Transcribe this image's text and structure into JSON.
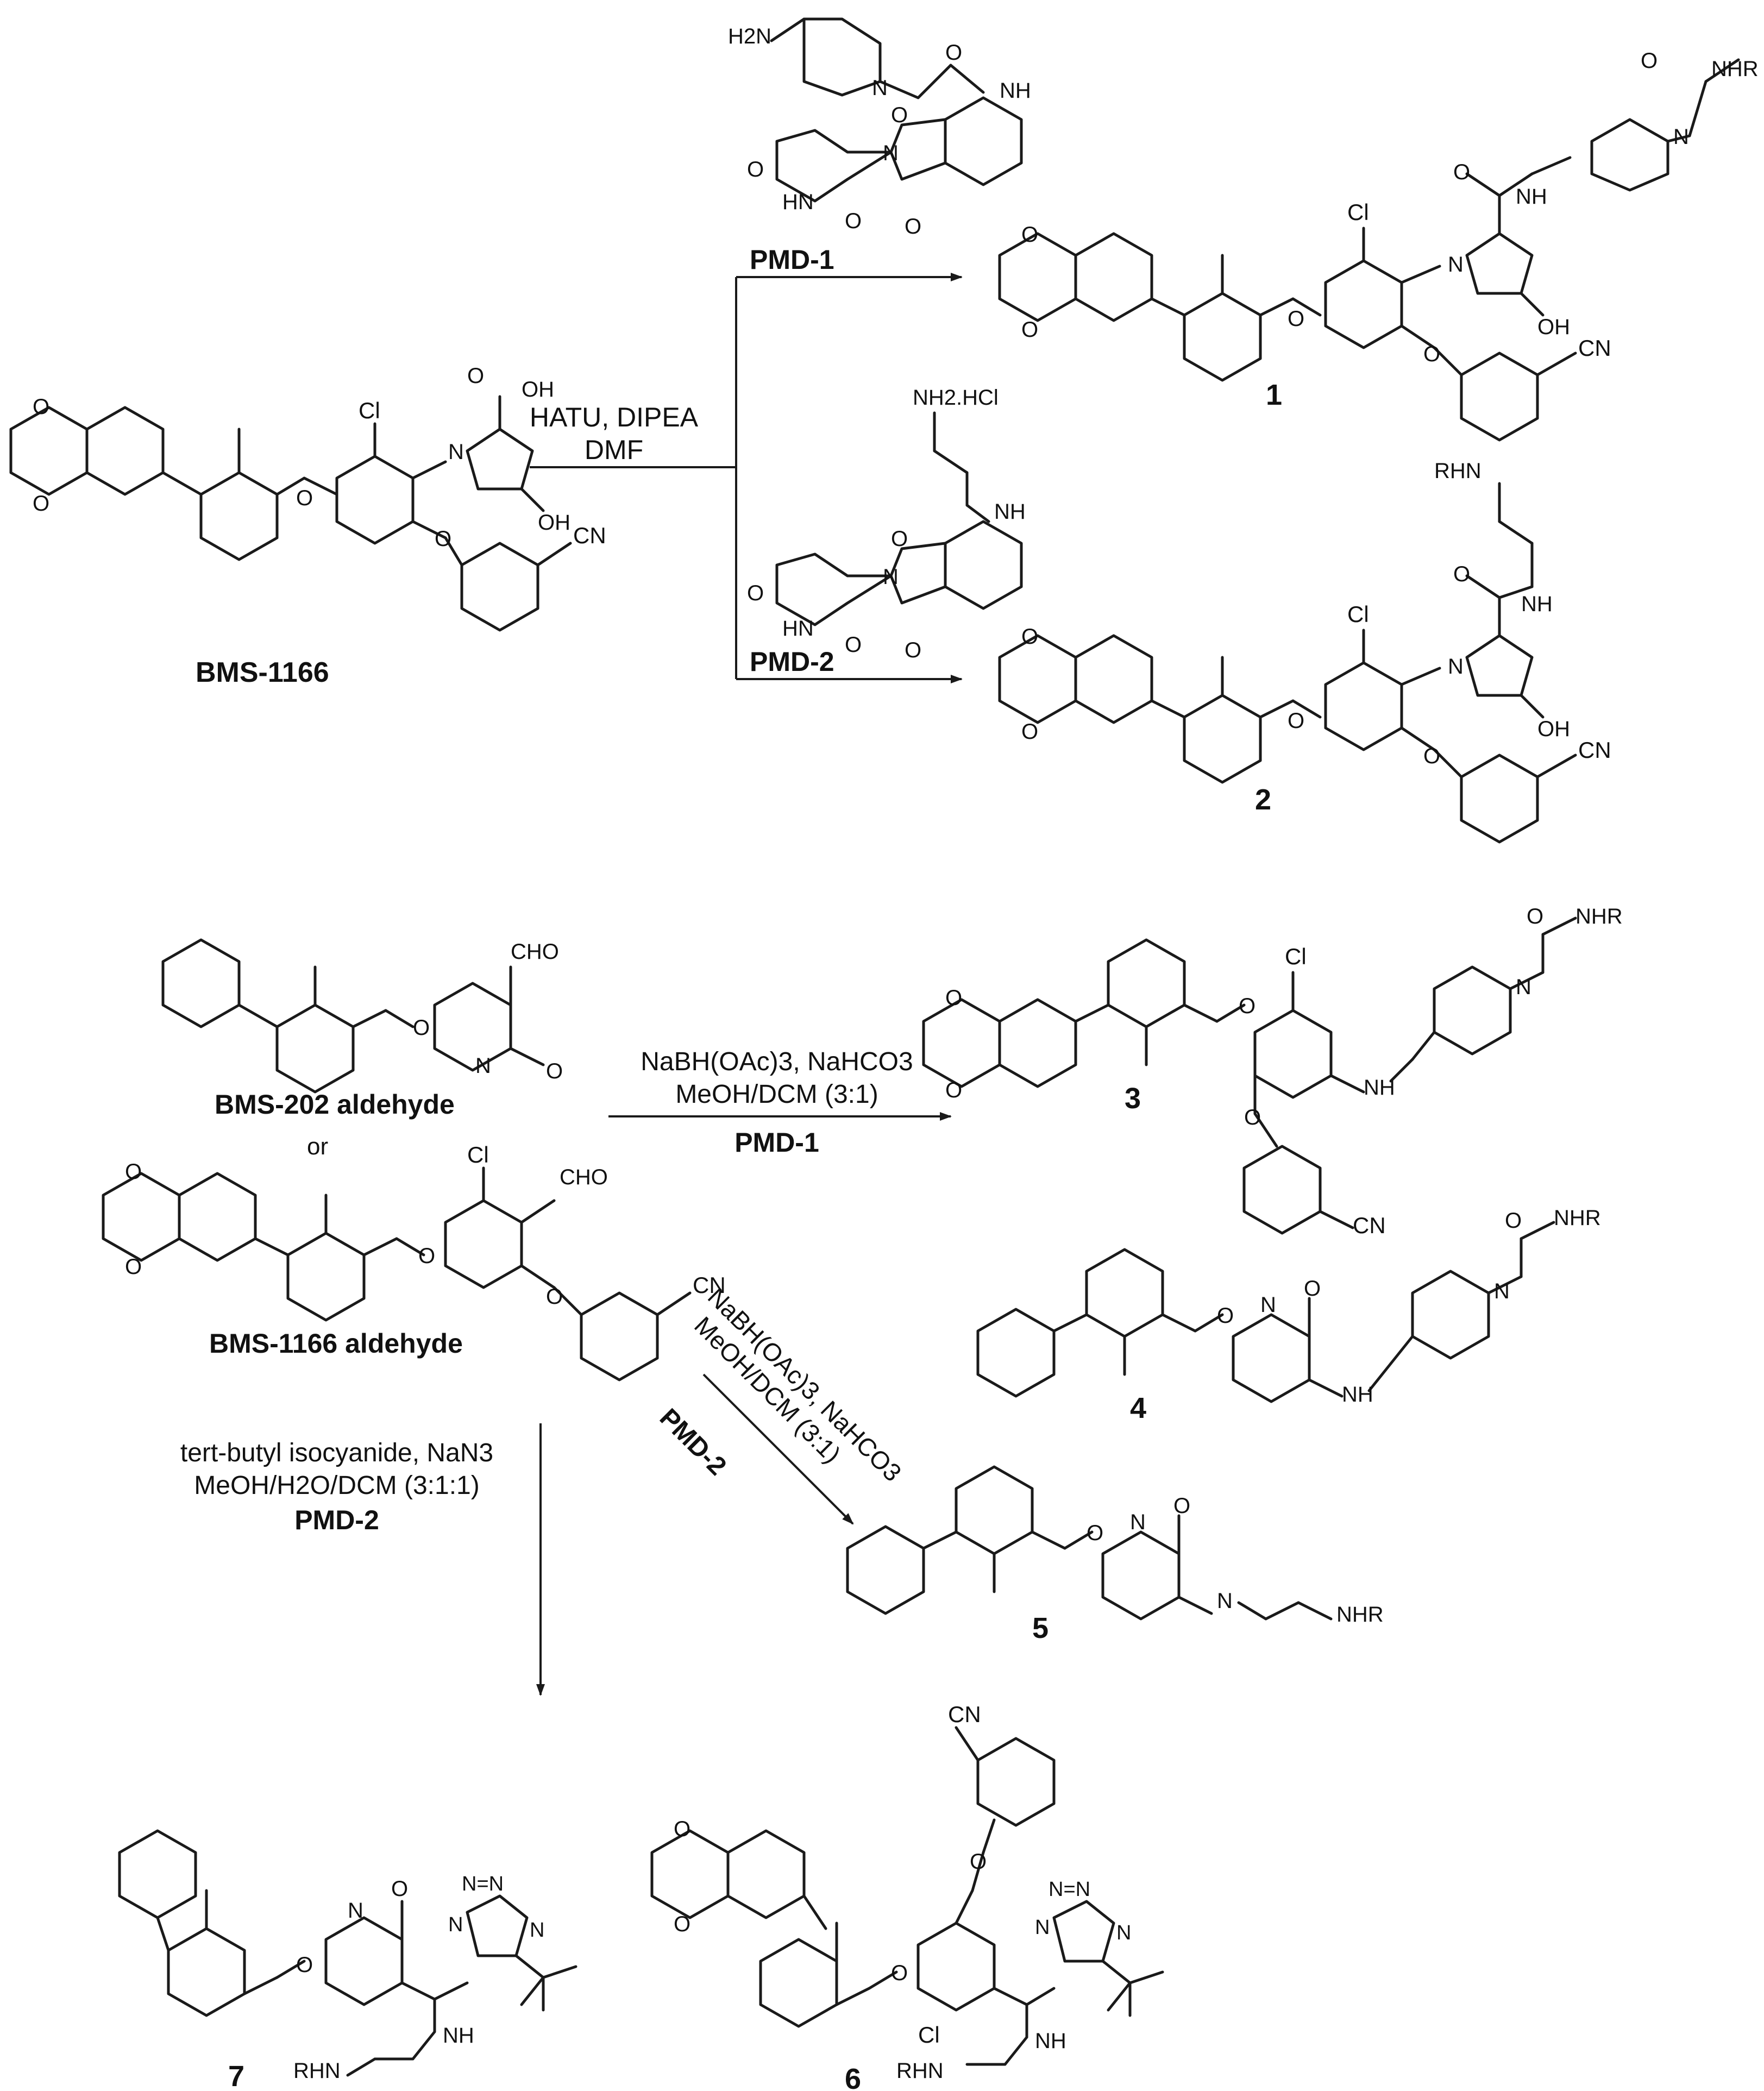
{
  "reactions": {
    "top": {
      "conditions": [
        "HATU, DIPEA",
        "DMF"
      ],
      "branch_reagents": [
        "PMD-1",
        "PMD-2"
      ]
    },
    "middle": {
      "conditions": [
        "NaBH(OAc)3, NaHCO3",
        "MeOH/DCM (3:1)"
      ],
      "reagent": "PMD-1"
    },
    "diagonal": {
      "conditions": [
        "NaBH(OAc)3, NaHCO3",
        "MeOH/DCM (3:1)"
      ],
      "reagent": "PMD-2"
    },
    "bottom": {
      "conditions": [
        "tert-butyl isocyanide, NaN3",
        "MeOH/H2O/DCM (3:1:1)"
      ],
      "reagent": "PMD-2"
    },
    "or_text": "or"
  },
  "compounds": {
    "bms1166": "BMS-1166",
    "bms202_ald": "BMS-202 aldehyde",
    "bms1166_ald": "BMS-1166 aldehyde",
    "pmd1": "PMD-1",
    "pmd2": "PMD-2",
    "c1": "1",
    "c2": "2",
    "c3": "3",
    "c4": "4",
    "c5": "5",
    "c6": "6",
    "c7": "7"
  },
  "atoms": {
    "O": "O",
    "N": "N",
    "NH": "NH",
    "HN": "HN",
    "OH": "OH",
    "Cl": "Cl",
    "CN": "CN",
    "NHR": "NHR",
    "RHN": "RHN",
    "H2N": "H2N",
    "NH2HCl": "NH2.HCl",
    "CHO": "CHO",
    "NN": "N=N"
  }
}
